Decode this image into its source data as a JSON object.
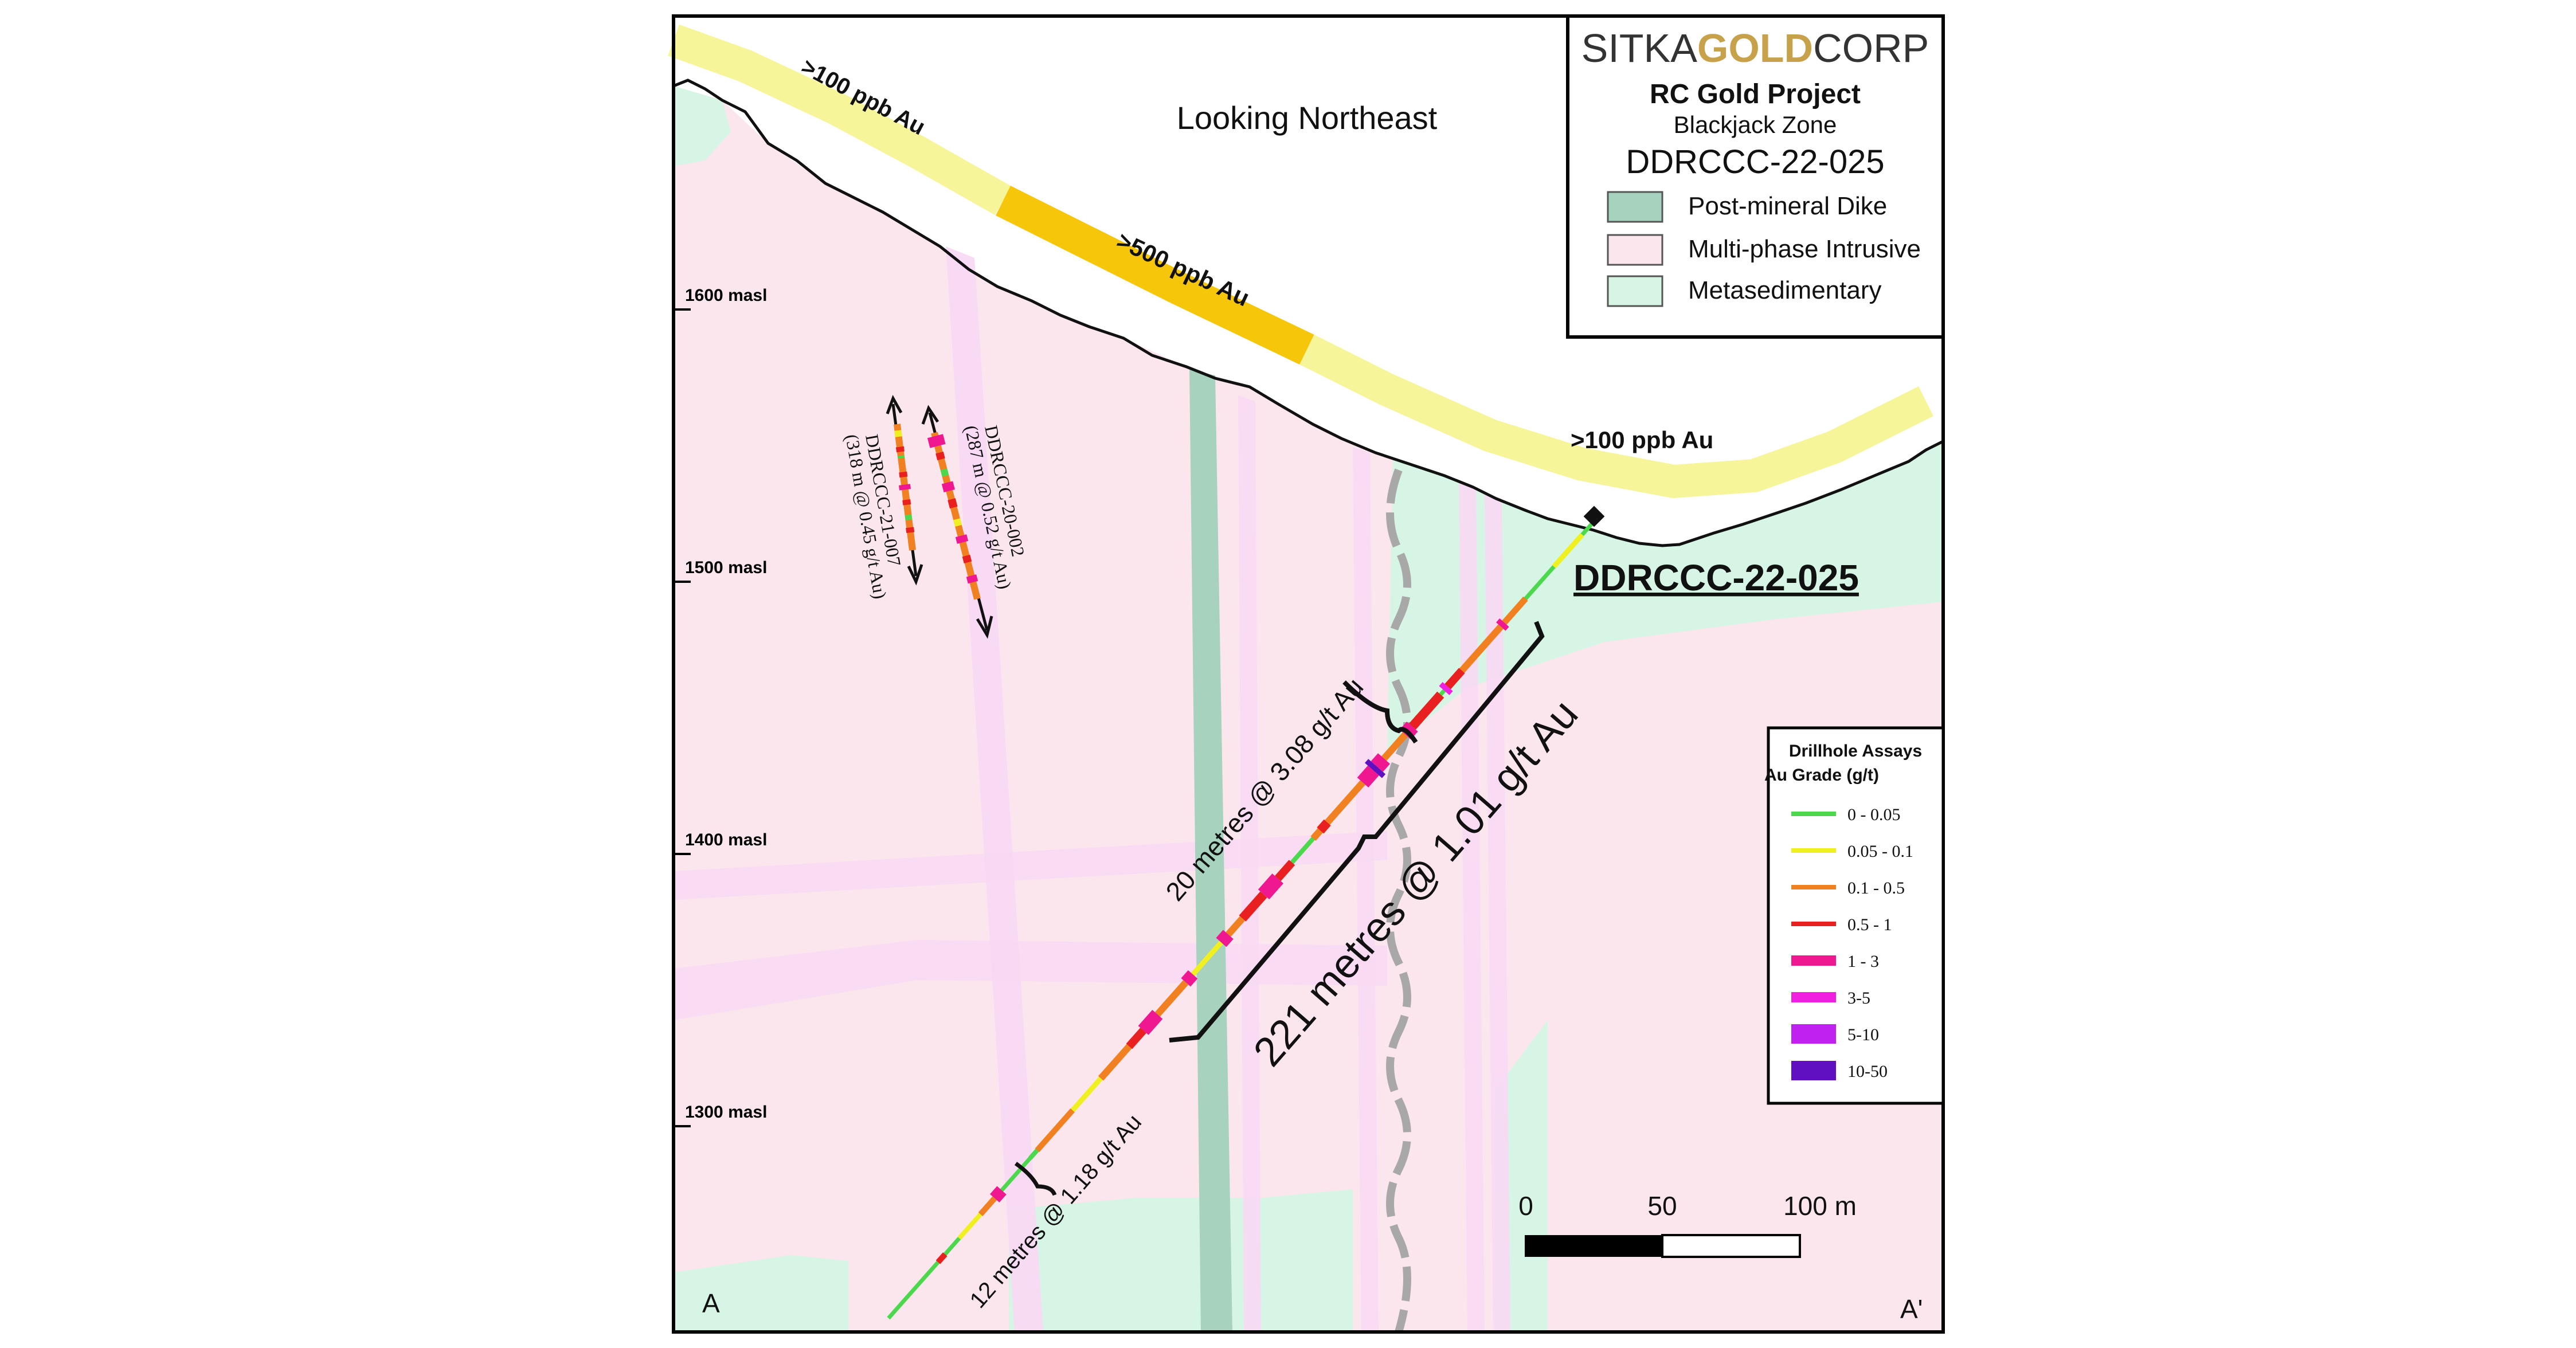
{
  "header": {
    "company_prefix": "SITKA",
    "company_gold": "GOLD",
    "company_suffix": "CORP",
    "project": "RC Gold Project",
    "zone": "Blackjack Zone",
    "hole": "DDRCCC-22-025"
  },
  "view_label": "Looking Northeast",
  "legend_units": [
    {
      "label": "Post-mineral Dike",
      "color": "#a6d2be"
    },
    {
      "label": "Multi-phase Intrusive",
      "color": "#fbe6ee"
    },
    {
      "label": "Metasedimentary",
      "color": "#d7f5e4"
    }
  ],
  "soil_labels": {
    "left": ">100 ppb Au",
    "middle": ">500 ppb Au",
    "right": ">100 ppb Au"
  },
  "elevations": [
    "1600 masl",
    "1500 masl",
    "1400 masl",
    "1300 masl"
  ],
  "drillhole_label": "DDRCCC-22-025",
  "intercepts": {
    "upper": "20 metres @ 3.08 g/t Au",
    "main": "221 metres @ 1.01 g/t Au",
    "lower": "12 metres @ 1.18 g/t Au"
  },
  "projected_holes": {
    "hole_a_name": "DDRCCC-21-007",
    "hole_a_value": "(318 m @ 0.45 g/t Au)",
    "hole_b_name": "DDRCCC-20-002",
    "hole_b_value": "(287 m @ 0.52 g/t Au)"
  },
  "assay_legend": {
    "title_line1": "Drillhole Assays",
    "title_line2": "Au Grade (g/t)",
    "items": [
      {
        "label": "0 - 0.05",
        "color": "#4cd84c"
      },
      {
        "label": "0.05 - 0.1",
        "color": "#f0f020"
      },
      {
        "label": "0.1 - 0.5",
        "color": "#f08020"
      },
      {
        "label": "0.5 - 1",
        "color": "#e82020"
      },
      {
        "label": "1 - 3",
        "color": "#f01890"
      },
      {
        "label": "3-5",
        "color": "#f020e0"
      },
      {
        "label": "5-10",
        "color": "#c020f0"
      },
      {
        "label": "10-50",
        "color": "#6010c0"
      }
    ]
  },
  "scale_bar": {
    "ticks": [
      "0",
      "50",
      "100 m"
    ]
  },
  "section_ends": {
    "left": "A",
    "right": "A'"
  },
  "colors": {
    "soil_low": "#f7f59a",
    "soil_high": "#f5c60a",
    "gold_brand": "#c8a24a"
  }
}
